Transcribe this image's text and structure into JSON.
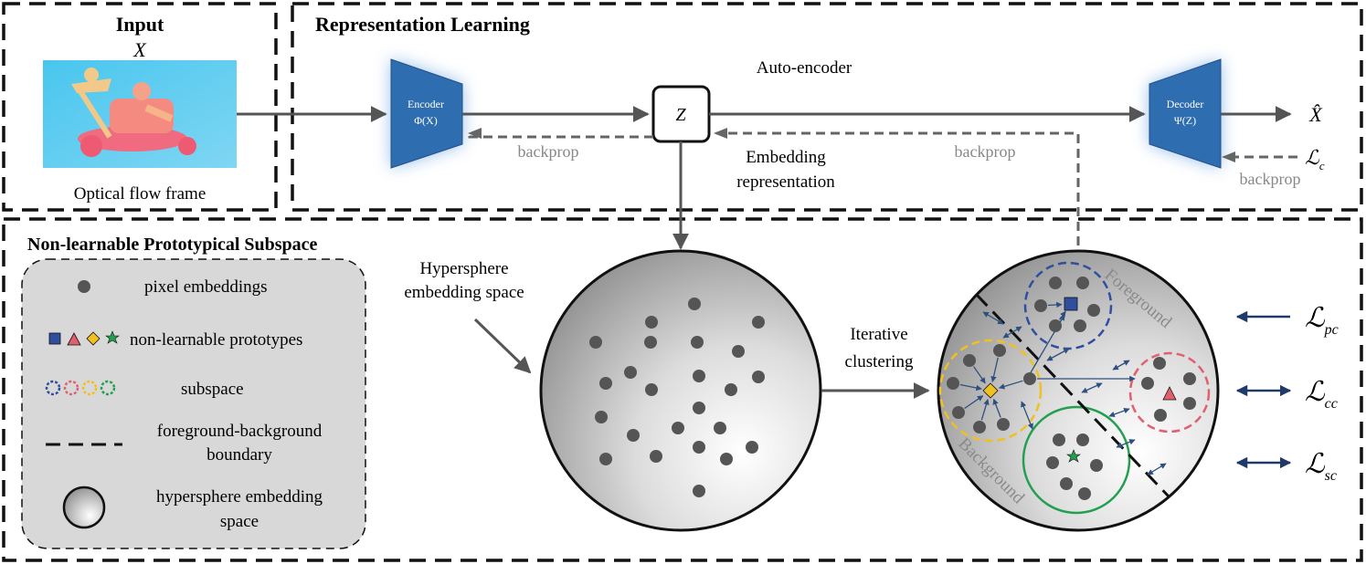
{
  "input": {
    "title": "Input",
    "symbol": "X",
    "caption": "Optical flow frame"
  },
  "representation": {
    "title": "Representation Learning",
    "autoencoder_label": "Auto-encoder",
    "encoder_label": "Encoder",
    "encoder_fn": "Φ(X)",
    "decoder_label": "Decoder",
    "decoder_fn": "Ψ(Z)",
    "z_label": "Z",
    "output_symbol": "X̂",
    "embedding_line1": "Embedding",
    "embedding_line2": "representation",
    "backprop": "backprop",
    "loss_c": "ℒ",
    "loss_c_sub": "c"
  },
  "subspace": {
    "title": "Non-learnable Prototypical Subspace",
    "hypersphere_line1": "Hypersphere",
    "hypersphere_line2": "embedding space",
    "iterative_line1": "Iterative",
    "iterative_line2": "clustering",
    "foreground": "Foreground",
    "background": "Background"
  },
  "legend": {
    "pixel": "pixel embeddings",
    "prototypes": "non-learnable prototypes",
    "subspace": "subspace",
    "boundary_line1": "foreground-background",
    "boundary_line2": "boundary",
    "hyper_line1": "hypersphere embedding",
    "hyper_line2": "space"
  },
  "losses": [
    {
      "symbol": "ℒ",
      "sub": "pc"
    },
    {
      "symbol": "ℒ",
      "sub": "cc"
    },
    {
      "symbol": "ℒ",
      "sub": "sc"
    }
  ],
  "colors": {
    "encoder": "#2e6db0",
    "dot": "#555555",
    "blue_subspace": "#2f4f9e",
    "red_subspace": "#e06070",
    "yellow_subspace": "#f0c020",
    "green_subspace": "#22a050",
    "arrow_navy": "#1f3a6a",
    "gray_text": "#888888"
  }
}
